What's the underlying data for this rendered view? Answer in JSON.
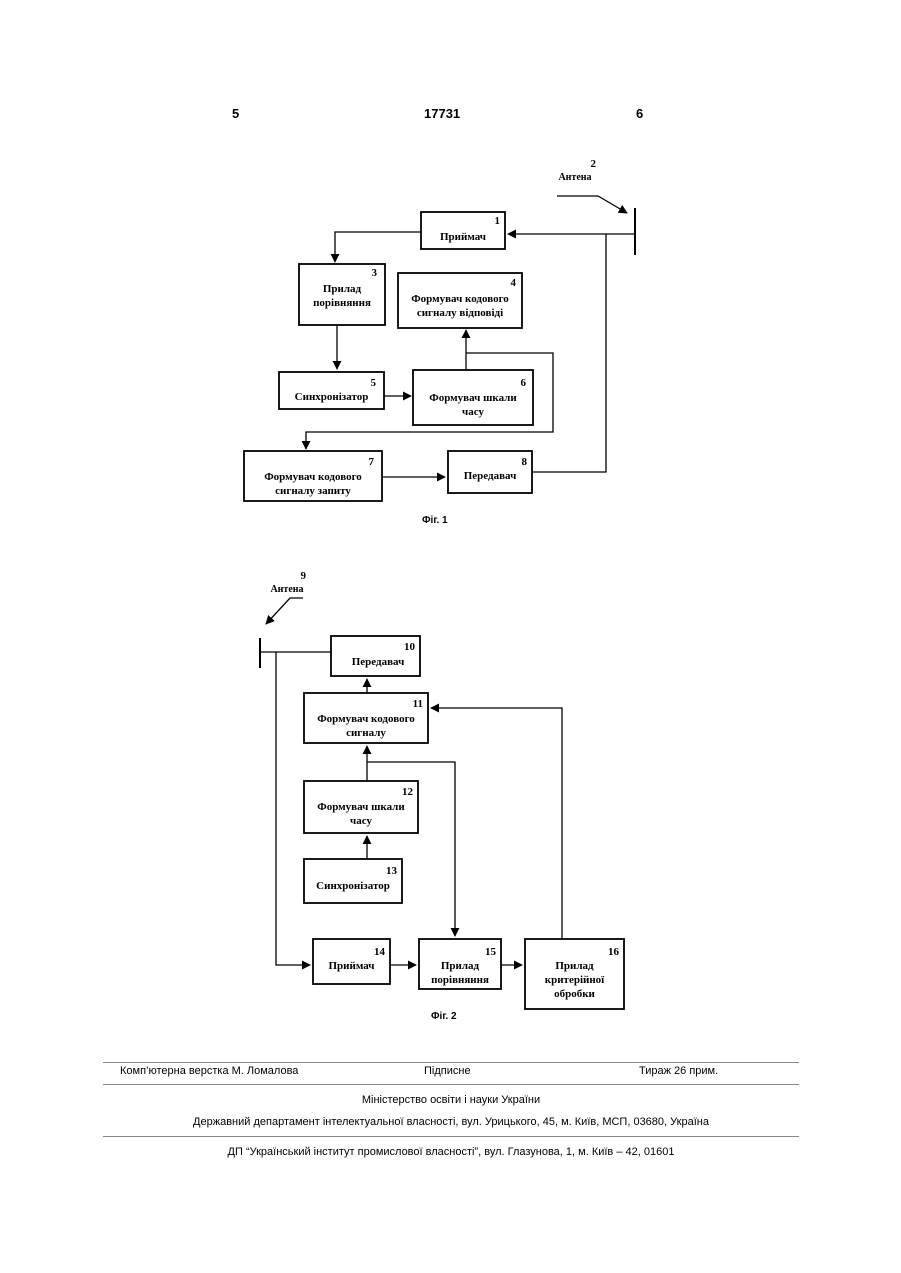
{
  "header": {
    "left_page": "5",
    "patent_number": "17731",
    "right_page": "6"
  },
  "figure1": {
    "antenna": {
      "number": "2",
      "label": "Антена"
    },
    "blocks": [
      {
        "number": "1",
        "label": "Приймач"
      },
      {
        "number": "3",
        "label": "Прилад порівняння"
      },
      {
        "number": "4",
        "label": "Формувач кодового сигналу відповіді"
      },
      {
        "number": "5",
        "label": "Синхронізатор"
      },
      {
        "number": "6",
        "label": "Формувач шкали часу"
      },
      {
        "number": "7",
        "label": "Формувач кодового сигналу запиту"
      },
      {
        "number": "8",
        "label": "Передавач"
      }
    ],
    "caption": "Фіг. 1"
  },
  "figure2": {
    "antenna": {
      "number": "9",
      "label": "Антена"
    },
    "blocks": [
      {
        "number": "10",
        "label": "Передавач"
      },
      {
        "number": "11",
        "label": "Формувач кодового сигналу"
      },
      {
        "number": "12",
        "label": "Формувач шкали часу"
      },
      {
        "number": "13",
        "label": "Синхронізатор"
      },
      {
        "number": "14",
        "label": "Приймач"
      },
      {
        "number": "15",
        "label": "Прилад порівняння"
      },
      {
        "number": "16",
        "label": "Прилад критерійної обробки"
      }
    ],
    "caption": "Фіг. 2"
  },
  "footer": {
    "typesetting": "Комп’ютерна верстка М. Ломалова",
    "signed": "Підписне",
    "circulation": "Тираж 26 прим.",
    "ministry": "Міністерство освіти і науки України",
    "department": "Державний департамент інтелектуальної власності, вул. Урицького, 45, м. Київ, МСП, 03680, Україна",
    "institute": "ДП “Український інститут промислової власності”, вул. Глазунова, 1, м. Київ – 42, 01601"
  }
}
